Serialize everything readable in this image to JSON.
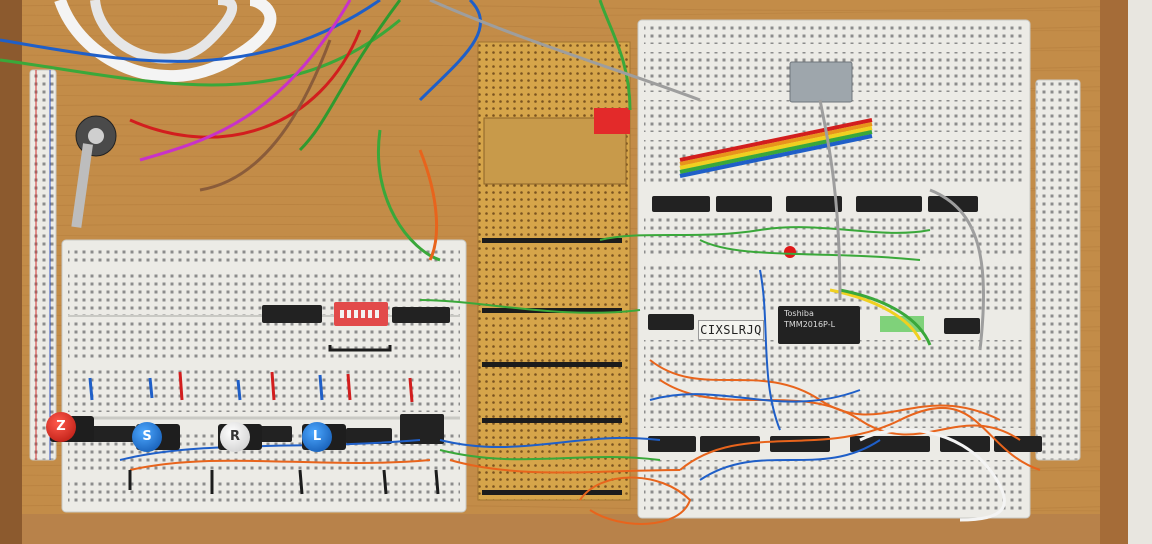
{
  "buttons": [
    {
      "key": "z",
      "label": "Z",
      "color": "#c4160d"
    },
    {
      "key": "s",
      "label": "S",
      "color": "#1a6fd1"
    },
    {
      "key": "r",
      "label": "R",
      "color": "#f2f2f2"
    },
    {
      "key": "l",
      "label": "L",
      "color": "#1a6fd1"
    }
  ],
  "label_strip": "CIXSLRJQ",
  "chip_markings": {
    "ram_brand": "Toshiba",
    "ram_part": "TMM2016P-L"
  },
  "colors": {
    "wood_frame": "#a0683a",
    "wood_board": "#c38c48",
    "breadboard": "#ecebe6",
    "perfboard": "#d6a54a",
    "chip": "#222222",
    "wire_orange": "#e8641c",
    "wire_blue": "#1f5fc8",
    "wire_green": "#3aa83a",
    "wire_red": "#d21e1e"
  }
}
